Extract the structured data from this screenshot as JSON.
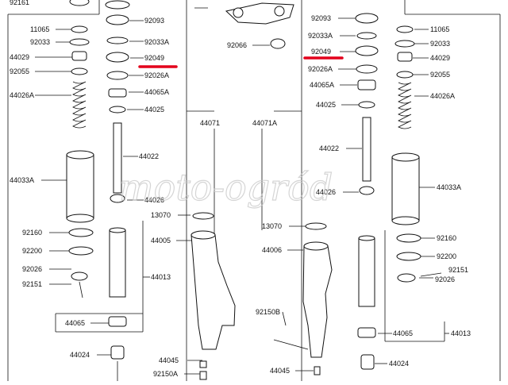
{
  "watermark": "moto-ogród",
  "highlight_color": "#e3001b",
  "left": {
    "labels": [
      "92161",
      "11065",
      "92093",
      "92033",
      "92033A",
      "44029",
      "92049",
      "92055",
      "92026A",
      "44026A",
      "44065A",
      "44025",
      "44033A",
      "44022",
      "44026",
      "13070",
      "92160",
      "92200",
      "44005",
      "92026",
      "44013",
      "92151",
      "44065",
      "44024",
      "44045",
      "92150A"
    ]
  },
  "center": {
    "labels": [
      "92066",
      "44071",
      "44071A"
    ]
  },
  "right": {
    "labels": [
      "92093",
      "11065",
      "92033A",
      "92033",
      "92049",
      "44029",
      "92026A",
      "92055",
      "44065A",
      "44026A",
      "44025",
      "44022",
      "44033A",
      "44026",
      "13070",
      "92160",
      "44006",
      "92200",
      "92151",
      "92026",
      "92150B",
      "44065",
      "44013",
      "44045",
      "44024"
    ]
  }
}
